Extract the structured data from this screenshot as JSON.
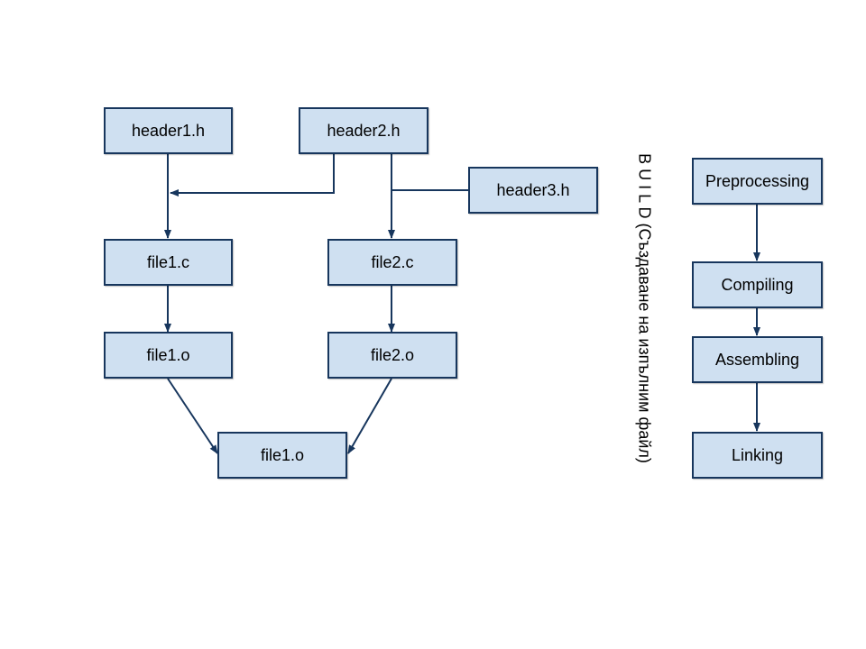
{
  "dependency_graph": {
    "header1": "header1.h",
    "header2": "header2.h",
    "header3": "header3.h",
    "file1_c": "file1.c",
    "file2_c": "file2.c",
    "file1_o": "file1.o",
    "file2_o": "file2.o",
    "output": "file1.o"
  },
  "build_label": "B U I L D (Създаване на изпълним файл)",
  "build_stages": {
    "preprocessing": "Preprocessing",
    "compiling": "Compiling",
    "assembling": "Assembling",
    "linking": "Linking"
  },
  "colors": {
    "node_fill": "#cfe0f1",
    "node_border": "#17365d",
    "connector": "#17365d"
  }
}
